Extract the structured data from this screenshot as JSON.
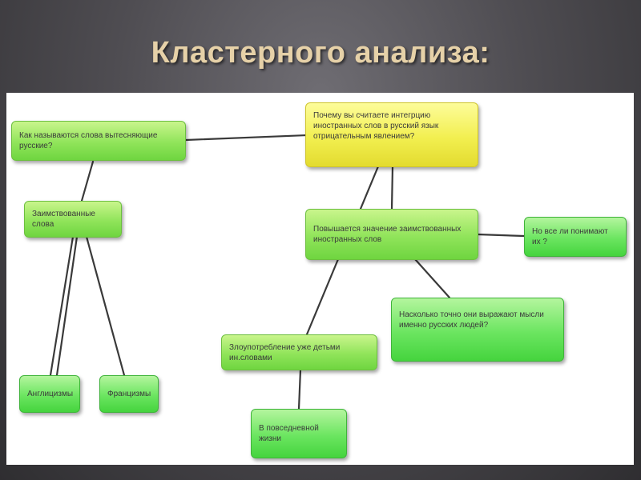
{
  "slide": {
    "title": "Кластерного анализа:"
  },
  "diagram": {
    "nodes": {
      "q_words": "Как называются слова вытесняющие русские?",
      "borrowed": "Заимствованные слова",
      "anglicisms": "Англицизмы",
      "gallicisms": "Францизмы",
      "q_why": "Почему вы считаете интегрцию иностранных слов в русский язык отрицательным явлением?",
      "importance": "Повышается значение заимствованных иностранных слов",
      "understand": "Но все ли понимают их ?",
      "precise": "Насколько точно они выражают мысли именно русских людей?",
      "abuse": "Злоупотребление уже детьми ин.словами",
      "everyday": "В повседневной жизни"
    },
    "colors": {
      "question_node": "#f2ef50",
      "topic_node": "#90e45a",
      "leaf_node": "#6be560",
      "connector": "#3a3a3a",
      "title": "#e6d1a8"
    }
  }
}
